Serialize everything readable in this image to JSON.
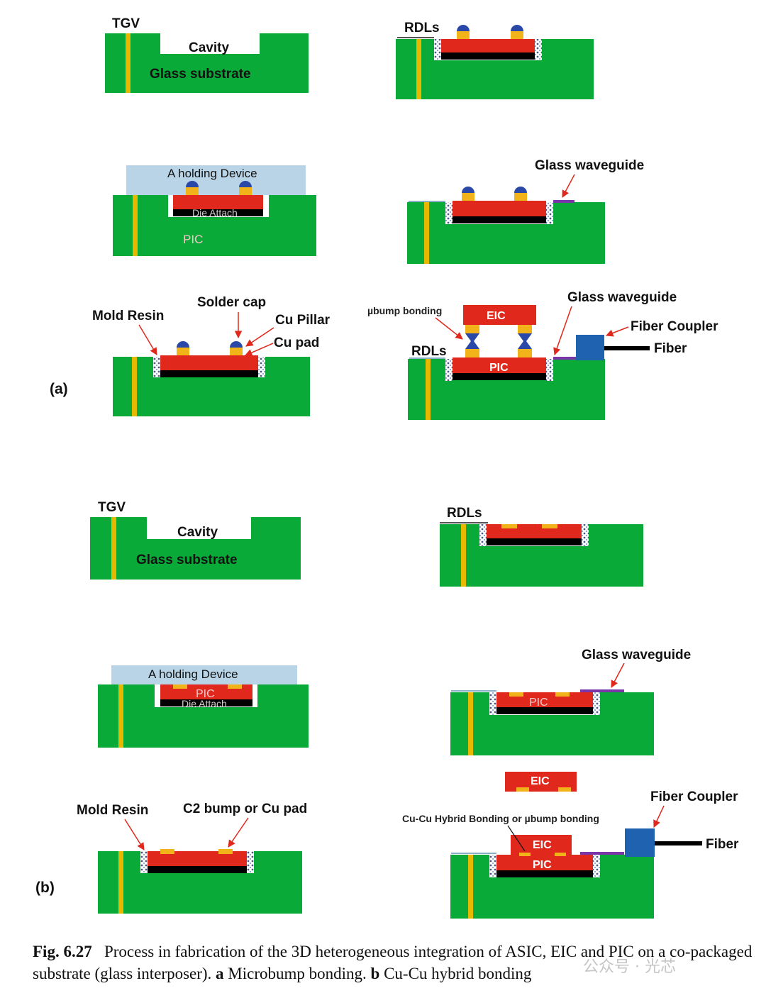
{
  "labels": {
    "tgv": "TGV",
    "cavity": "Cavity",
    "glass_substrate": "Glass substrate",
    "rdls": "RDLs",
    "holding_device": "A holding Device",
    "die_attach": "Die Attach",
    "pic": "PIC",
    "eic": "EIC",
    "glass_waveguide": "Glass waveguide",
    "mold_resin": "Mold Resin",
    "solder_cap": "Solder cap",
    "cu_pillar": "Cu Pillar",
    "cu_pad": "Cu pad",
    "ubump_bonding": "µbump bonding",
    "fiber_coupler": "Fiber Coupler",
    "fiber": "Fiber",
    "c2_bump": "C2 bump or Cu pad",
    "hybrid_bonding": "Cu-Cu Hybrid Bonding or µbump bonding",
    "panel_a": "(a)",
    "panel_b": "(b)"
  },
  "caption": {
    "fig_label": "Fig. 6.27",
    "text_1": "Process in fabrication of the 3D heterogeneous integration of ASIC, EIC and PIC on a co-packaged substrate (glass interposer).",
    "a_label": "a",
    "a_text": "Microbump bonding.",
    "b_label": "b",
    "b_text": "Cu-Cu hybrid bonding"
  },
  "watermark": "公众号 · 光芯",
  "colors": {
    "substrate": "#0aaa38",
    "tgv": "#e6b800",
    "die": "#e0281c",
    "die_attach": "#000000",
    "holding_device": "#b8d4e6",
    "bump_cap": "#2a48a8",
    "bump_pillar": "#f2b21a",
    "waveguide": "#7a35a8",
    "fiber_coupler": "#1f63b0",
    "fiber": "#000000"
  }
}
